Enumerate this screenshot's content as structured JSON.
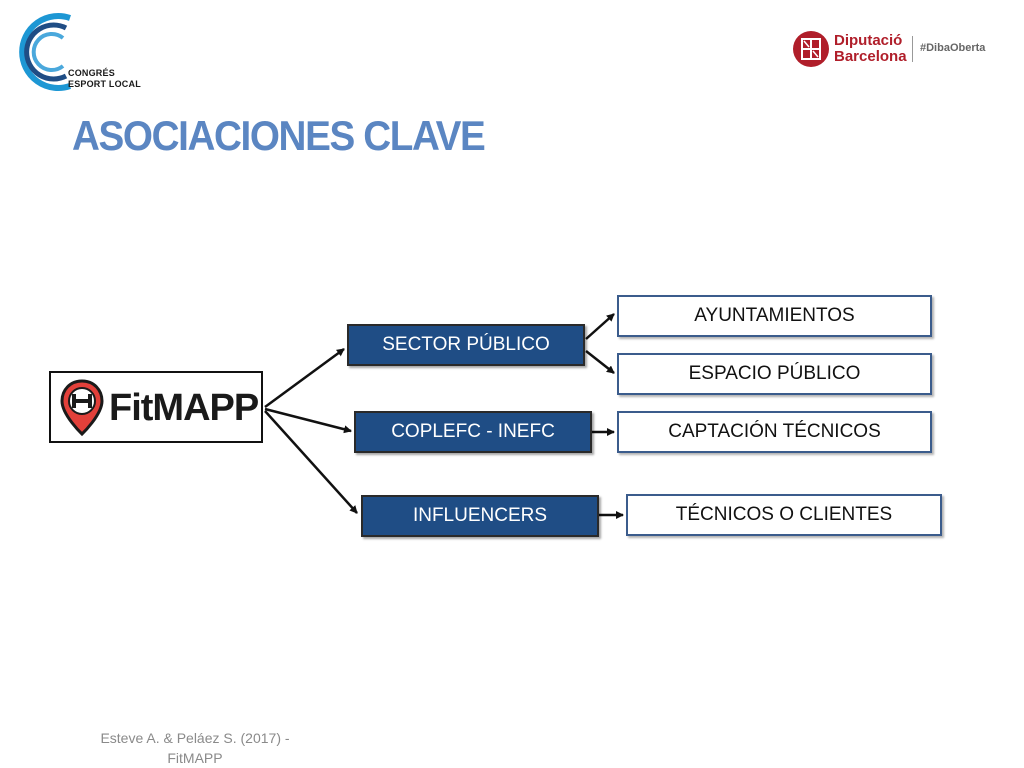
{
  "header": {
    "congres_logo": {
      "line1": "CONGRÉS",
      "line2": "ESPORT LOCAL"
    },
    "diputacio_logo": {
      "line1": "Diputació",
      "line2": "Barcelona",
      "hashtag": "#DibaOberta"
    }
  },
  "title": "ASOCIACIONES CLAVE",
  "diagram": {
    "root": {
      "label": "FitMAPP"
    },
    "partners": [
      {
        "label": "SECTOR PÚBLICO",
        "children": [
          "AYUNTAMIENTOS",
          "ESPACIO PÚBLICO"
        ]
      },
      {
        "label": "COPLEFC - INEFC",
        "children": [
          "CAPTACIÓN TÉCNICOS"
        ]
      },
      {
        "label": "INFLUENCERS",
        "children": [
          "TÉCNICOS O CLIENTES"
        ]
      }
    ]
  },
  "footer": {
    "citation_line1": "Esteve A. & Peláez S. (2017) -",
    "citation_line2": "FitMAPP"
  },
  "colors": {
    "title": "#5b86c2",
    "partner_box": "#1f4d85",
    "brand_red": "#b01e2a",
    "pin_red": "#e2403a"
  }
}
